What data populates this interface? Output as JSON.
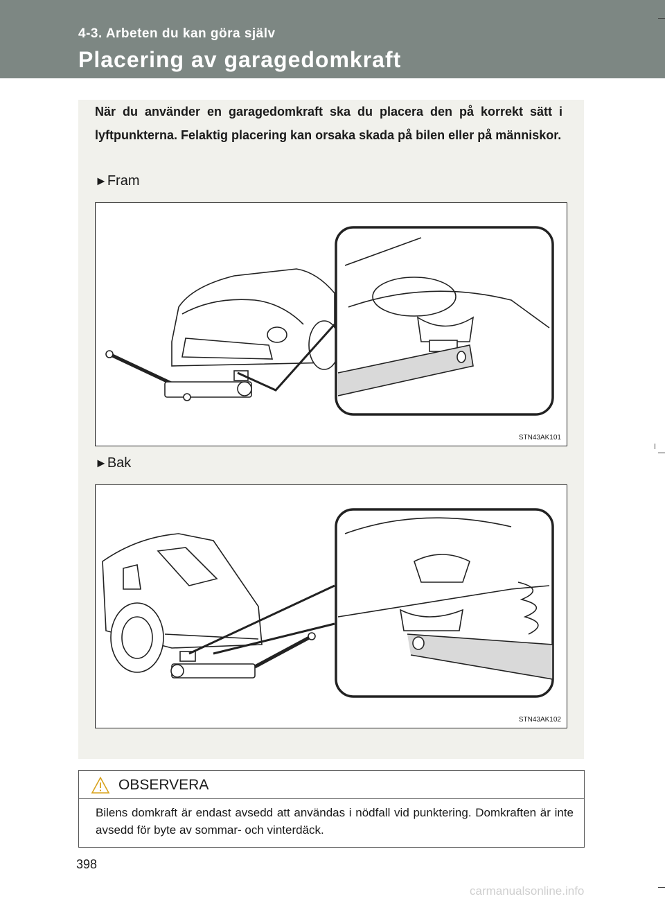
{
  "header": {
    "section": "4-3. Arbeten du kan göra själv",
    "title": "Placering av garagedomkraft"
  },
  "intro": "När du använder en garagedomkraft ska du placera den på korrekt sätt i lyftpunkterna. Felaktig placering kan orsaka skada på bilen eller på människor.",
  "figures": [
    {
      "arrow": "►",
      "label": "Fram",
      "code": "STN43AK101"
    },
    {
      "arrow": "►",
      "label": "Bak",
      "code": "STN43AK102"
    }
  ],
  "notice": {
    "title": "OBSERVERA",
    "icon": "warning-triangle-icon",
    "text": "Bilens domkraft är endast avsedd att användas i nödfall vid punktering. Domkraften är inte avsedd för byte av sommar- och vinterdäck."
  },
  "page_number": "398",
  "watermark": "carmanualsonline.info",
  "colors": {
    "header": "#7d8783",
    "panel": "#f1f1ec"
  }
}
